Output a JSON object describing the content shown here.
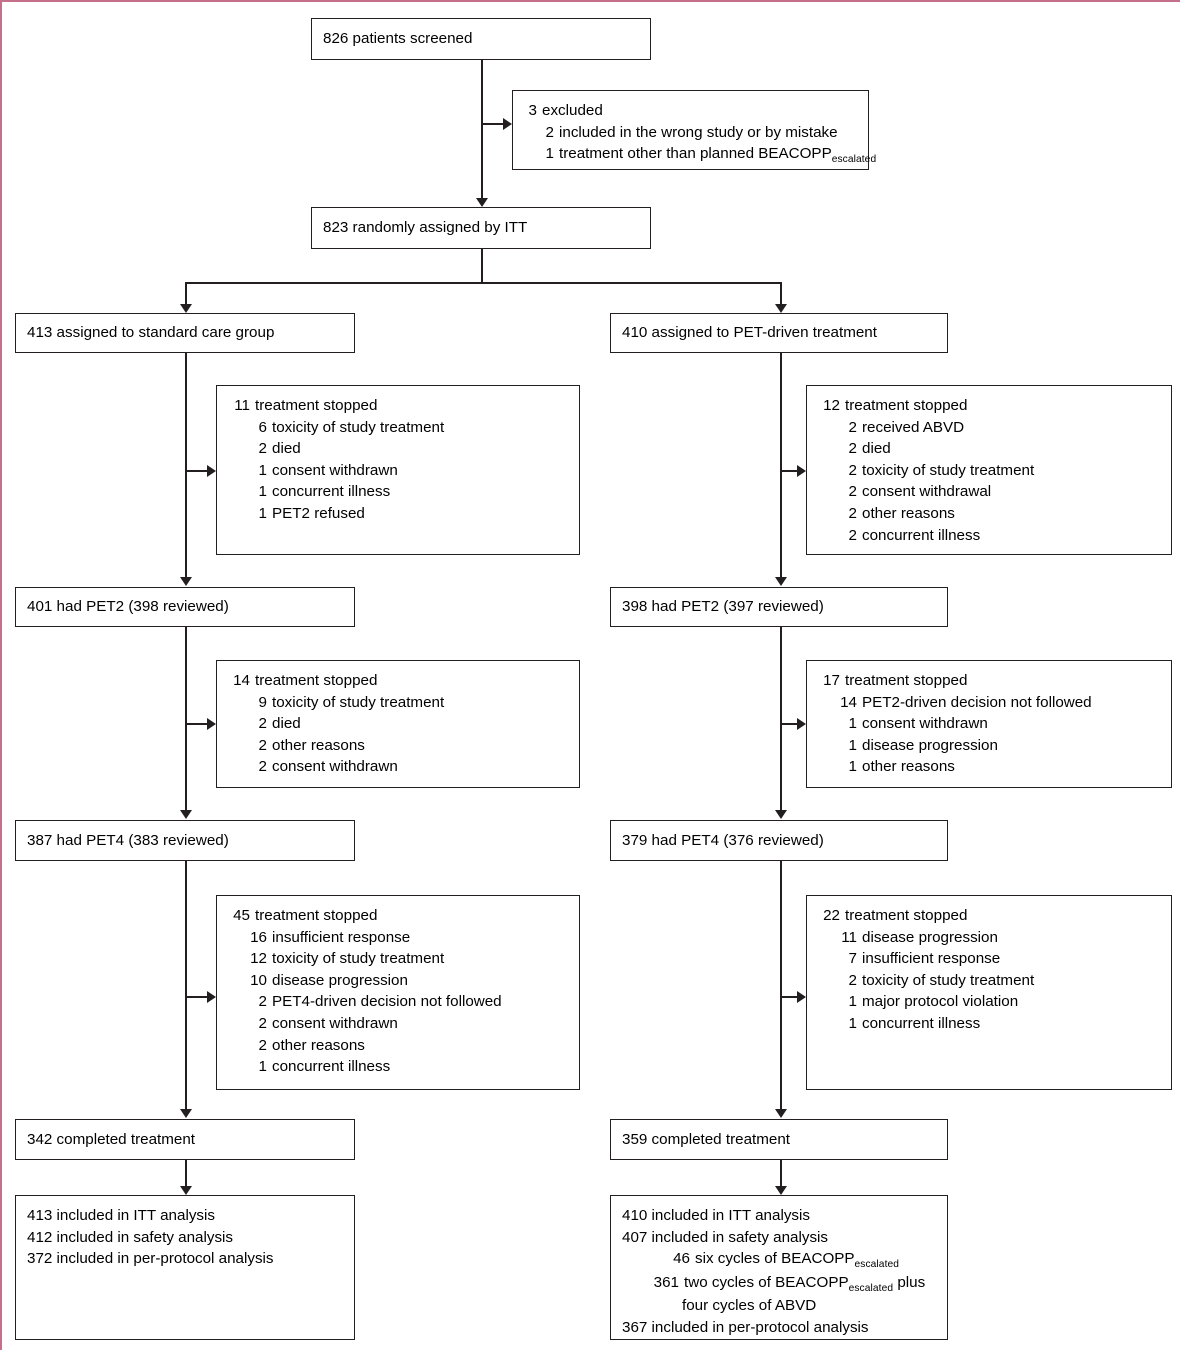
{
  "figure": {
    "type": "consort-flow-diagram",
    "accent_frame_color": "#c4708a",
    "line_color": "#231f20"
  },
  "nodes": {
    "screened": {
      "text": "826 patients screened"
    },
    "excluded": {
      "header": "excluded",
      "header_n": "3",
      "items": [
        {
          "n": "2",
          "text": "included in the wrong study or by mistake"
        },
        {
          "n": "1",
          "text": "treatment other than planned BEACOPP",
          "sub": "escalated"
        }
      ]
    },
    "randomised": {
      "text": "823 randomly assigned by ITT"
    },
    "left_assigned": {
      "text": "413 assigned to standard care group"
    },
    "right_assigned": {
      "text": "410 assigned to PET-driven treatment"
    },
    "left_stop1": {
      "header_n": "11",
      "header": "treatment stopped",
      "items": [
        {
          "n": "6",
          "text": "toxicity of study treatment"
        },
        {
          "n": "2",
          "text": "died"
        },
        {
          "n": "1",
          "text": "consent withdrawn"
        },
        {
          "n": "1",
          "text": "concurrent illness"
        },
        {
          "n": "1",
          "text": "PET2 refused"
        }
      ]
    },
    "right_stop1": {
      "header_n": "12",
      "header": "treatment stopped",
      "items": [
        {
          "n": "2",
          "text": "received ABVD"
        },
        {
          "n": "2",
          "text": "died"
        },
        {
          "n": "2",
          "text": "toxicity of study treatment"
        },
        {
          "n": "2",
          "text": "consent withdrawal"
        },
        {
          "n": "2",
          "text": "other reasons"
        },
        {
          "n": "2",
          "text": "concurrent illness"
        }
      ]
    },
    "left_pet2": {
      "text": "401 had PET2 (398 reviewed)"
    },
    "right_pet2": {
      "text": "398 had PET2 (397 reviewed)"
    },
    "left_stop2": {
      "header_n": "14",
      "header": "treatment stopped",
      "items": [
        {
          "n": "9",
          "text": "toxicity of study treatment"
        },
        {
          "n": "2",
          "text": "died"
        },
        {
          "n": "2",
          "text": "other reasons"
        },
        {
          "n": "2",
          "text": "consent withdrawn"
        }
      ]
    },
    "right_stop2": {
      "header_n": "17",
      "header": "treatment stopped",
      "items": [
        {
          "n": "14",
          "text": "PET2-driven decision not followed"
        },
        {
          "n": "1",
          "text": "consent withdrawn"
        },
        {
          "n": "1",
          "text": "disease progression"
        },
        {
          "n": "1",
          "text": "other reasons"
        }
      ]
    },
    "left_pet4": {
      "text": "387 had PET4 (383 reviewed)"
    },
    "right_pet4": {
      "text": "379 had PET4 (376 reviewed)"
    },
    "left_stop3": {
      "header_n": "45",
      "header": "treatment stopped",
      "items": [
        {
          "n": "16",
          "text": "insufficient response"
        },
        {
          "n": "12",
          "text": "toxicity of study treatment"
        },
        {
          "n": "10",
          "text": "disease progression"
        },
        {
          "n": "2",
          "text": "PET4-driven decision not followed"
        },
        {
          "n": "2",
          "text": "consent withdrawn"
        },
        {
          "n": "2",
          "text": "other reasons"
        },
        {
          "n": "1",
          "text": "concurrent illness"
        }
      ]
    },
    "right_stop3": {
      "header_n": "22",
      "header": "treatment stopped",
      "items": [
        {
          "n": "11",
          "text": "disease progression"
        },
        {
          "n": "7",
          "text": "insufficient response"
        },
        {
          "n": "2",
          "text": "toxicity of study treatment"
        },
        {
          "n": "1",
          "text": "major protocol violation"
        },
        {
          "n": "1",
          "text": "concurrent illness"
        }
      ]
    },
    "left_completed": {
      "text": "342 completed treatment"
    },
    "right_completed": {
      "text": "359 completed treatment"
    },
    "left_analysis": {
      "lines": [
        "413 included in ITT analysis",
        "412 included in safety analysis",
        "372 included in per-protocol analysis"
      ]
    },
    "right_analysis": {
      "line1": "410 included in ITT analysis",
      "line2": "407 included in safety analysis",
      "sub1_n": "46",
      "sub1_text": "six cycles of BEACOPP",
      "sub1_sub": "escalated",
      "sub2_n": "361",
      "sub2_text": "two cycles of BEACOPP",
      "sub2_sub": "escalated",
      "sub2_tail": " plus",
      "sub2_cont": "four cycles of ABVD",
      "line3": "367 included in per-protocol analysis"
    }
  }
}
